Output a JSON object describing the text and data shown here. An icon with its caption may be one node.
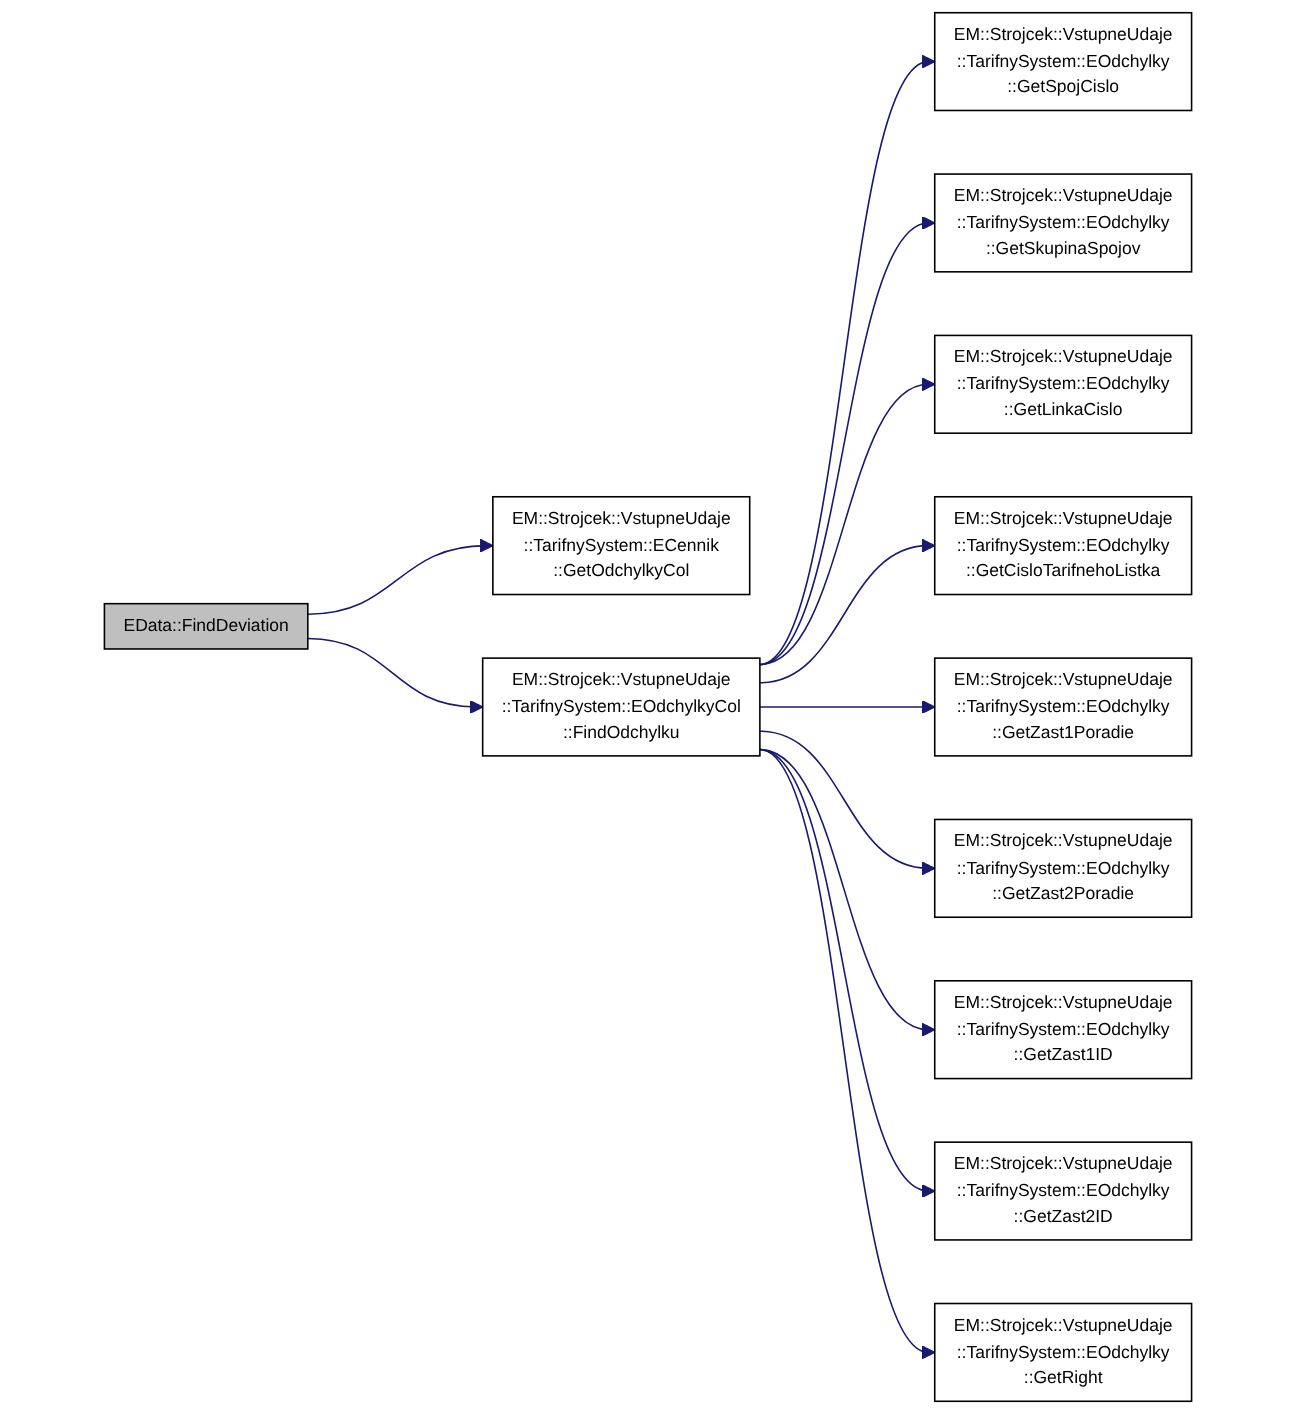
{
  "diagram": {
    "nodes": [
      {
        "text": [
          "EData::FindDeviation"
        ]
      },
      {
        "text": [
          "EM::Strojcek::VstupneUdaje ::TarifnySystem::ECennik ::GetOdchylkyCol"
        ]
      },
      {
        "text": [
          "EM::Strojcek::VstupneUdaje ::TarifnySystem::EOdchylkyCol ::FindOdchylku"
        ]
      },
      {
        "text": [
          "EM::Strojcek::VstupneUdaje ::TarifnySystem::EOdchylky ::GetSpojCislo"
        ]
      },
      {
        "text": [
          "EM::Strojcek::VstupneUdaje ::TarifnySystem::EOdchylky ::GetSkupinaSpojov"
        ]
      },
      {
        "text": [
          "EM::Strojcek::VstupneUdaje ::TarifnySystem::EOdchylky ::GetLinkaCislo"
        ]
      },
      {
        "text": [
          "EM::Strojcek::VstupneUdaje ::TarifnySystem::EOdchylky ::GetCisloTarifnehoListka"
        ]
      },
      {
        "text": [
          "EM::Strojcek::VstupneUdaje ::TarifnySystem::EOdchylky ::GetZast1Poradie"
        ]
      },
      {
        "text": [
          "EM::Strojcek::VstupneUdaje ::TarifnySystem::EOdchylky ::GetZast2Poradie"
        ]
      },
      {
        "text": [
          "EM::Strojcek::VstupneUdaje ::TarifnySystem::EOdchylky ::GetZast1ID"
        ]
      },
      {
        "text": [
          "EM::Strojcek::VstupneUdaje ::TarifnySystem::EOdchylky ::GetZast2ID"
        ]
      },
      {
        "text": [
          "EM::Strojcek::VstupneUdaje ::TarifnySystem::EOdchylky ::GetRight"
        ]
      }
    ],
    "edges": [
      {
        "from": 0,
        "to": 1,
        "arrow": "to"
      },
      {
        "from": 0,
        "to": 2,
        "arrow": "to"
      },
      {
        "from": 2,
        "to": 3,
        "arrow": "to"
      },
      {
        "from": 2,
        "to": 4,
        "arrow": "to"
      },
      {
        "from": 2,
        "to": 5,
        "arrow": "to"
      },
      {
        "from": 2,
        "to": 6,
        "arrow": "to"
      },
      {
        "from": 2,
        "to": 7,
        "arrow": "to"
      },
      {
        "from": 2,
        "to": 8,
        "arrow": "to"
      },
      {
        "from": 2,
        "to": 9,
        "arrow": "to"
      },
      {
        "from": 2,
        "to": 10,
        "arrow": "to"
      },
      {
        "from": 2,
        "to": 11,
        "arrow": "to"
      }
    ]
  }
}
